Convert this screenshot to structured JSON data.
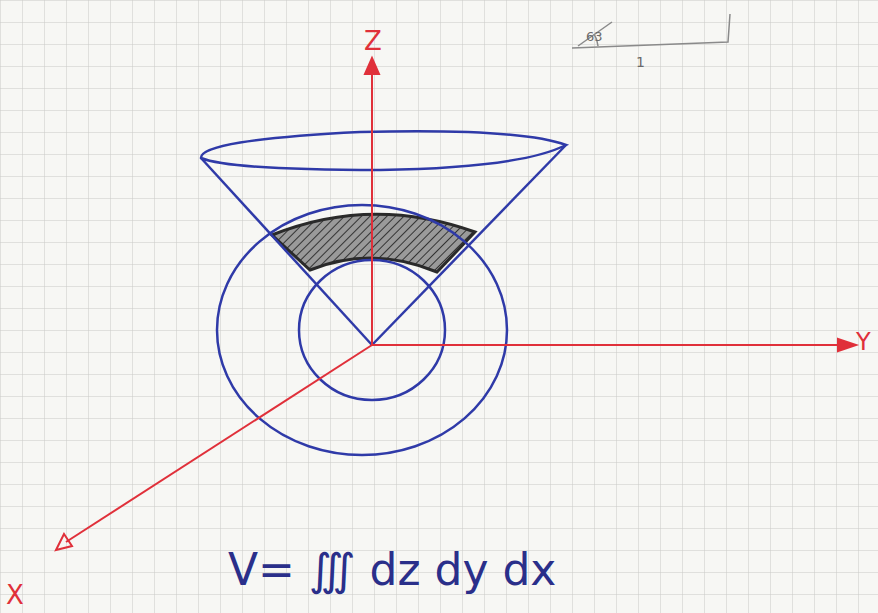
{
  "diagram": {
    "labels": [
      "Z",
      "Y",
      "X",
      "V= ∭ dz dy dx",
      "63",
      "1"
    ]
  }
}
